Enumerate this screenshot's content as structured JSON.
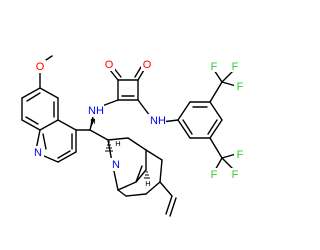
{
  "structure": {
    "atoms": {
      "o_carbonyl_left": "O",
      "o_carbonyl_right": "O",
      "o_methoxy": "O",
      "n_quinoline": "N",
      "n_bridgehead": "N",
      "nh_left_n": "N",
      "nh_left_h": "H",
      "nh_right_n": "N",
      "nh_right_h": "H",
      "stereo_h_left": "H",
      "stereo_h_center": "H",
      "stereo_h_bottom": "H",
      "cf3_top_f1": "F",
      "cf3_top_f2": "F",
      "cf3_top_f3": "F",
      "cf3_bottom_f1": "F",
      "cf3_bottom_f2": "F",
      "cf3_bottom_f3": "F"
    }
  },
  "colors": {
    "bond": "#000000",
    "oxygen": "#ff0000",
    "nitrogen": "#0000ff",
    "fluorine": "#33cc33",
    "hydrogen": "#000000"
  }
}
